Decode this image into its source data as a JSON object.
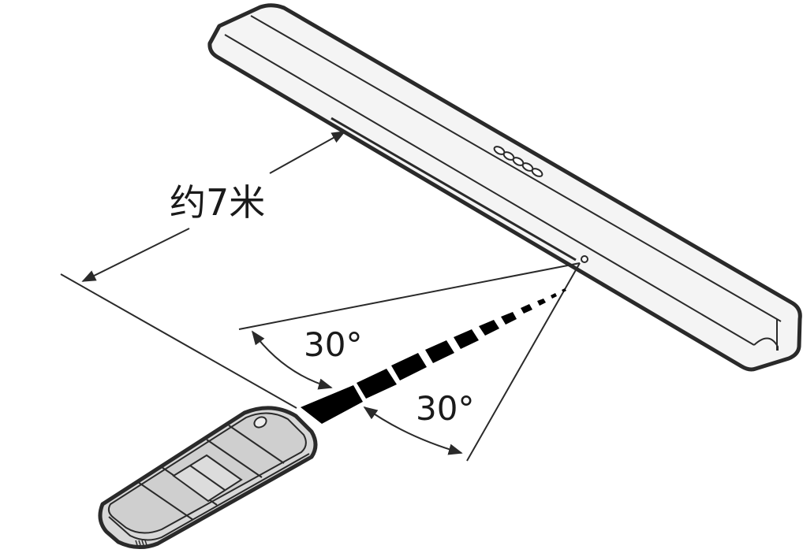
{
  "labels": {
    "distance": "约7米",
    "angle_upper": "30°",
    "angle_lower": "30°"
  },
  "colors": {
    "outline": "#2a2a2a",
    "bar_fill": "#f4f4f4",
    "remote_fill": "#d8d8d8",
    "beam": "#000000"
  }
}
